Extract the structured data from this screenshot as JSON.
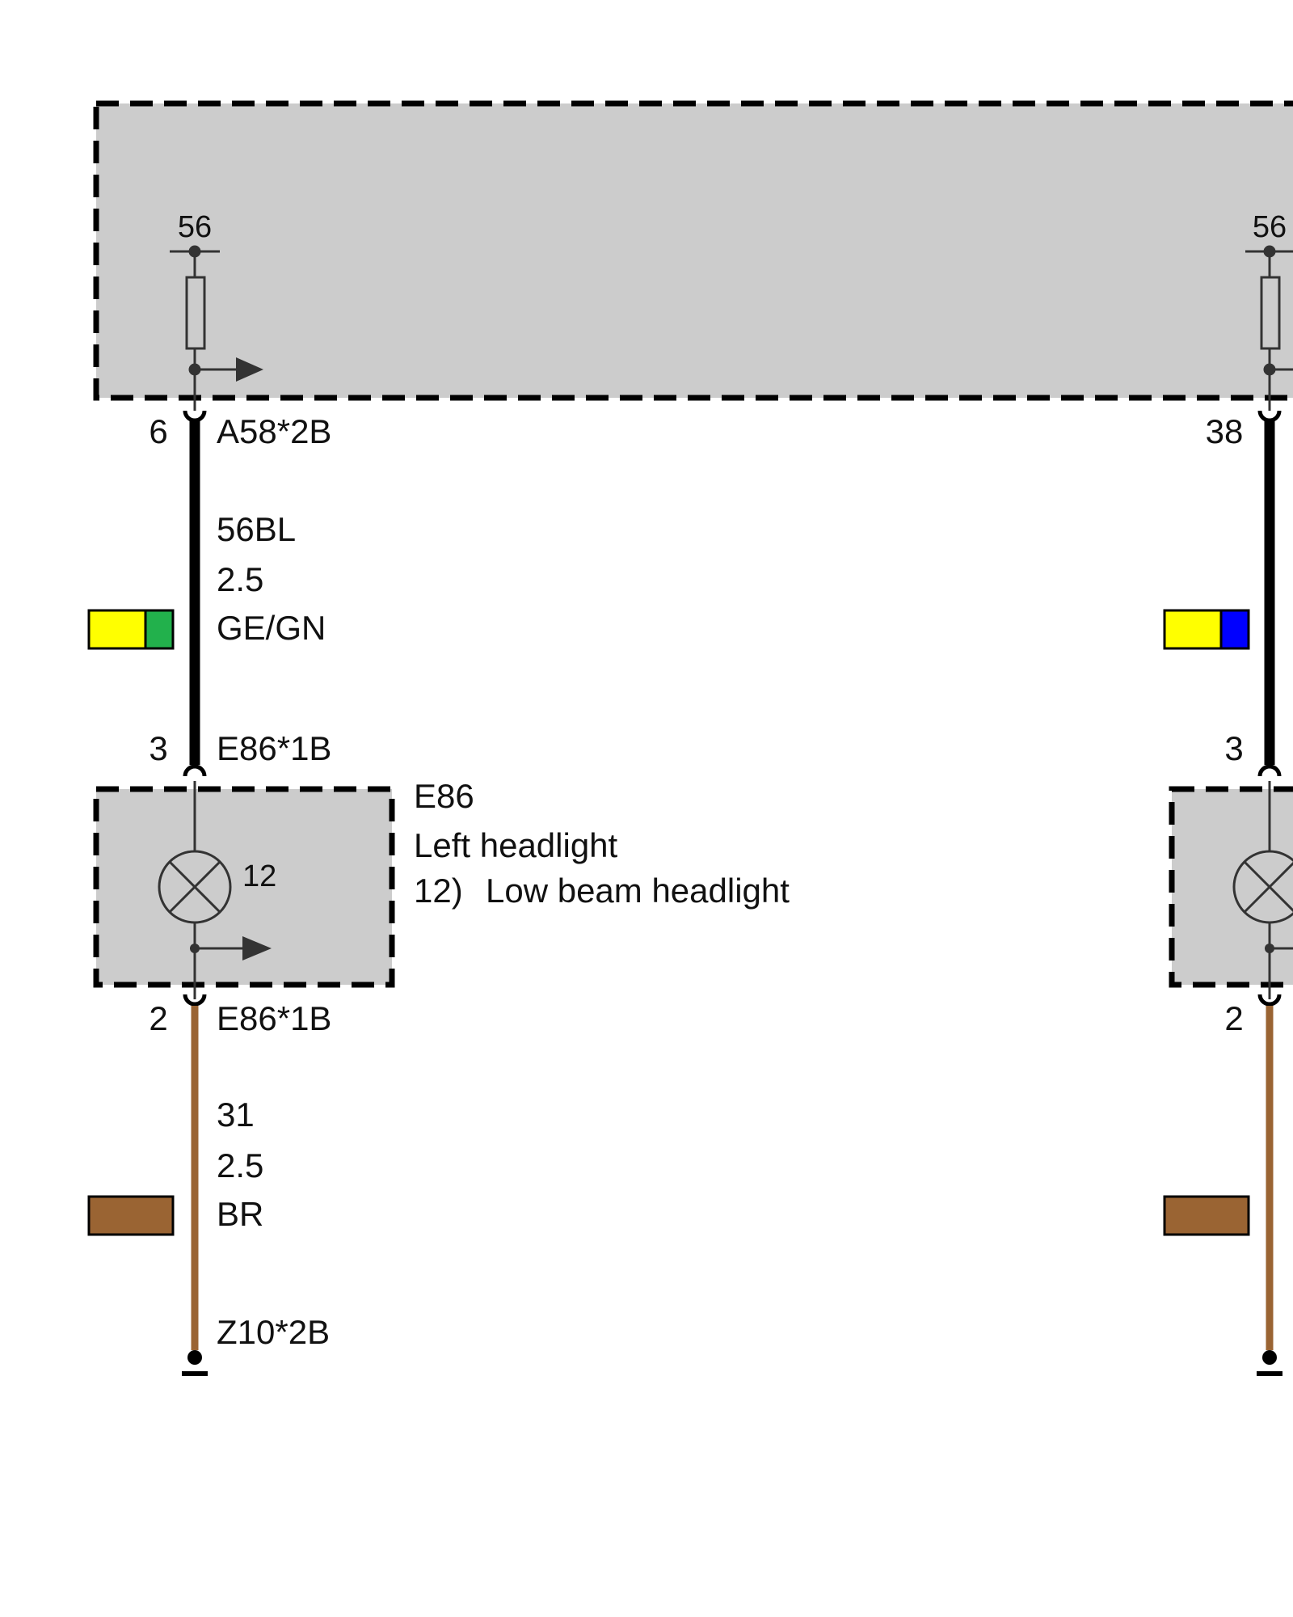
{
  "module_box": {
    "fill": "#cccccc",
    "left_fuse_terminal": "56",
    "right_fuse_terminal": "56"
  },
  "left_circuit": {
    "top_pin": "6",
    "top_connector": "A58*2B",
    "wire_top": {
      "circuit": "56BL",
      "gauge": "2.5",
      "color_code": "GE/GN",
      "swatch": [
        "#ffff00",
        "#22b14c"
      ],
      "line_color": "#000000"
    },
    "mid_pin": "3",
    "mid_connector": "E86*1B",
    "component": {
      "id": "E86",
      "name": "Left headlight",
      "note_number": "12)",
      "note_text": "Low beam headlight",
      "lamp_number": "12"
    },
    "bottom_pin": "2",
    "bottom_connector": "E86*1B",
    "wire_bottom": {
      "circuit": "31",
      "gauge": "2.5",
      "color_code": "BR",
      "swatch": [
        "#9a6433"
      ],
      "line_color": "#9a6433"
    },
    "ground_connector": "Z10*2B"
  },
  "right_circuit": {
    "top_pin": "38",
    "wire_top": {
      "swatch": [
        "#ffff00",
        "#0000ff"
      ],
      "line_color": "#000000"
    },
    "mid_pin": "3",
    "bottom_pin": "2",
    "wire_bottom": {
      "swatch": [
        "#9a6433"
      ],
      "line_color": "#9a6433"
    }
  }
}
